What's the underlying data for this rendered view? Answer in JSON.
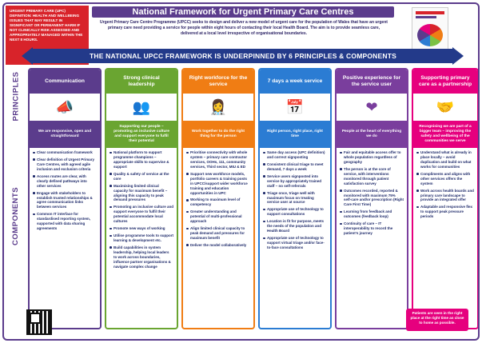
{
  "definition": "URGENT PRIMARY CARE (UPC) DEFINITION: Health and wellbeing issues that may result in significant or permanent harm if not clinically risk assessed and appropriately managed within the next 8 hours.",
  "title": "National Framework for Urgent Primary Care Centres",
  "intro": "Urgent Primary Care Centre Programme (UPCC) seeks to design and deliver a new model of urgent care for the population of Wales that have an urgent primary care need providing a service for people within eight hours of contacting their local Health Board. The aim is to provide seamless care, delivered at a local level irrespective of organisational boundaries.",
  "banner": "THE NATIONAL UPCC FRAMEWORK IS UNDERPINNED BY 6 PRINCIPLES & COMPONENTS",
  "side_labels": {
    "principles": "PRINCIPLES",
    "components": "COMPONENTS"
  },
  "columns": [
    {
      "heading": "Communication",
      "color": "#5b3c8c",
      "icon": "megaphone-icon",
      "principle": "We are responsive, open and straightforward",
      "items": [
        "Clear communication framework",
        "Clear definition of Urgent Primary Care Centres, with agreed agile inclusion and exclusion criteria",
        "Access routes are clear, with clearly defined pathways into other services",
        "Engage with stakeholders to establish trusted relationships & agree communication links between services",
        "Common IT interface for standardised reporting system, supported with data sharing agreements"
      ]
    },
    {
      "heading": "Strong clinical leadership",
      "color": "#6aa531",
      "icon": "leadership-icon",
      "principle": "Supporting our people – promoting an inclusive culture and support everyone to fulfil their potential",
      "items": [
        "National platform to support programme champions – appropriate skills to supervise & support",
        "Quality & safety of service at the core",
        "Maximising limited clinical capacity for maximum benefit – aligning this capacity to peak demand pressures",
        "Promoting an inclusive culture and support everyone to fulfil their potential accommodate local cultures",
        "Promote new ways of working",
        "Utilise programme tools to support learning & development etc.",
        "Build capabilities in system leadership, helping local leaders to work across boundaries, influence partner organisations & navigate complex change"
      ]
    },
    {
      "heading": "Right workforce for the service",
      "color": "#f07d14",
      "icon": "workforce-icon",
      "principle": "Work together to do the right thing for the person",
      "items": [
        "Prioritise connectivity with whole system – primary care contractor services, OOHs, 111, community services, Third sector, MIU & ED",
        "Support new workforce models, portfolio careers & training posts in UPCC/support wider workforce training and education opportunities in UPC",
        "Working to maximum level of competency",
        "Greater understanding and potential of multi-professional approach",
        "Align limited clinical capacity to peak demand and pressures for maximum benefit",
        "Deliver the model collaboratively"
      ]
    },
    {
      "heading": "7 days a week service",
      "color": "#2b7cd3",
      "icon": "calendar-icon",
      "principle": "Right person, right place, right time",
      "items": [
        "Same day access (UPC definition) and correct signposting",
        "Consistent clinical triage to meet demand, 7 days a week",
        "Service users signposted into service by appropriately trained staff – no self-referrals",
        "Triage once, triage well with maximum focus on treating service user at source",
        "Appropriate use of technology to support consultations",
        "Location is fit for purpose, meets the needs of the population and Health Board",
        "Appropriate use of technology to support virtual triage and/or face-to-face consultations"
      ]
    },
    {
      "heading": "Positive experience for the service user",
      "color": "#7a3e9d",
      "icon": "user-experience-icon",
      "principle": "People at the heart of everything we do",
      "items": [
        "Fair and equitable access offer to whole population regardless of geography",
        "The person is at the core of service, with interventions monitored through patient satisfaction survey",
        "Outcomes recorded, reported & monitored with maximum 75% self-care and/or prescription (Right Care First Time)",
        "Learning from feedback and outcomes (feedback loop)",
        "Continuity of care – IT interoperability to record the patient's journey"
      ]
    },
    {
      "heading": "Supporting primary care as a partnership",
      "color": "#e6007e",
      "icon": "partnership-icon",
      "principle": "Recognising we are part of a bigger team – improving the safety and wellbeing of the communities we serve",
      "items": [
        "Understand what is already in place locally – avoid duplication and build on what works for communities",
        "Compliments and aligns with other services offers the system",
        "Work across health boards and primary care landscape to provide an integrated offer",
        "Adaptable and responsive flex to support peak pressure periods"
      ]
    }
  ],
  "bottom_note": "Patients are seen in the right place at the right time as close to home as possible."
}
